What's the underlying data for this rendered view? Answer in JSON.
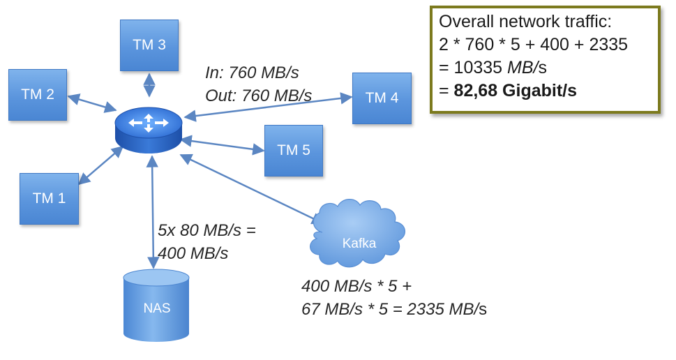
{
  "nodes": {
    "tm1": "TM 1",
    "tm2": "TM 2",
    "tm3": "TM 3",
    "tm4": "TM 4",
    "tm5": "TM 5",
    "kafka": "Kafka",
    "nas": "NAS"
  },
  "labels": {
    "tm_in": "In: 760 MB/s",
    "tm_out": "Out: 760 MB/s",
    "nas_line1": "5x  80 MB/s =",
    "nas_line2": "400 MB/s",
    "kafka_line1": "400 MB/s * 5 +",
    "kafka_line2_a": "67 MB/s * 5 = 2335 MB/",
    "kafka_line2_b": "s"
  },
  "summary": {
    "line1": "Overall network traffic:",
    "line2": "2 * 760 * 5 + 400 + 2335",
    "line3_a": "= 10335 ",
    "line3_b": "MB/",
    "line3_c": "s",
    "line4_a": "= ",
    "line4_b": "82,68 Gigabit/s"
  },
  "colors": {
    "node_fill": "#5b95dd",
    "connector": "#5b86c2",
    "summary_border": "#7c7a1e"
  },
  "icons": {
    "router": "router-icon",
    "storage": "nas-cylinder-icon",
    "cloud": "kafka-cloud-icon"
  }
}
